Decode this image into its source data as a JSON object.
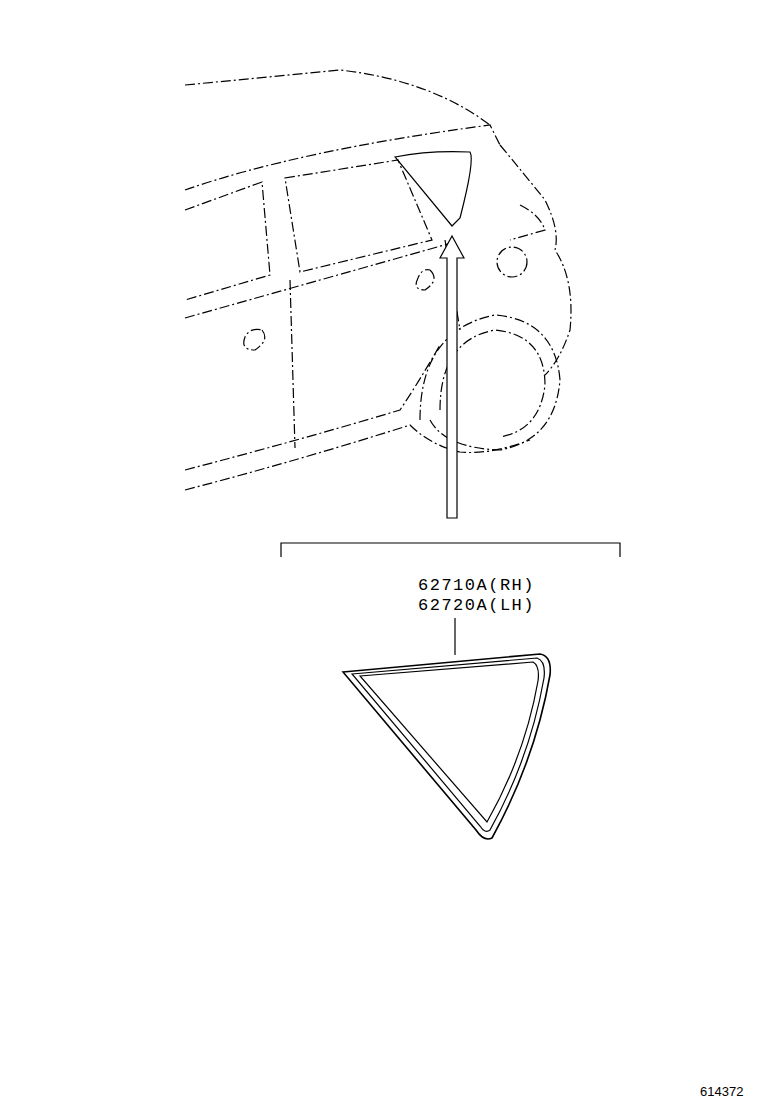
{
  "diagram": {
    "labels": [
      "62710A(RH)",
      "62720A(LH)",
      "614372"
    ]
  }
}
